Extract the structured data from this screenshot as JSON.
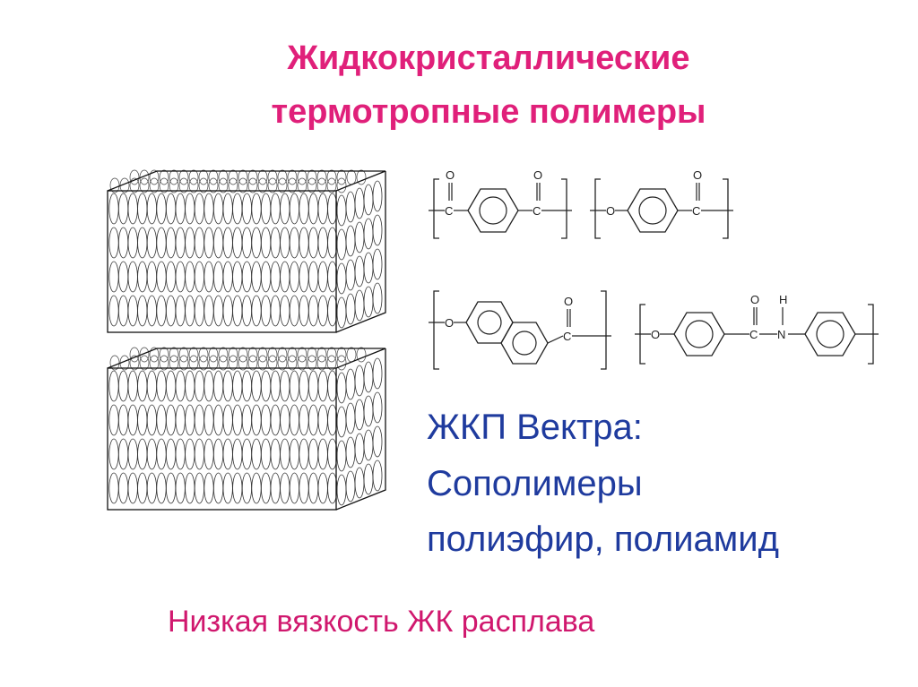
{
  "title": {
    "line1": "Жидкокристаллические",
    "line2": "термотропные полимеры"
  },
  "description": {
    "line1": "ЖКП Вектра:",
    "line2": "Сополимеры",
    "line3": "полиэфир, полиамид"
  },
  "footer_note": "Низкая вязкость ЖК расплава",
  "colors": {
    "title": "#e0207a",
    "description": "#1f3b9e",
    "footer": "#d0186e"
  },
  "chem_labels": {
    "oxygen": "O",
    "carbon": "C",
    "nitrogen": "N",
    "hydrogen": "H"
  }
}
